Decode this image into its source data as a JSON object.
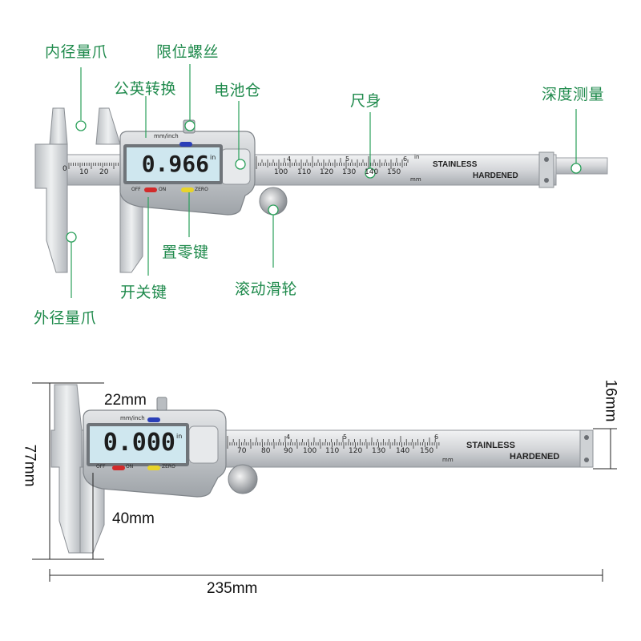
{
  "callouts": {
    "inner_jaw": "内径量爪",
    "limit_screw": "限位螺丝",
    "unit_switch": "公英转换",
    "battery": "电池仓",
    "beam": "尺身",
    "depth": "深度测量",
    "zero_key": "置零键",
    "wheel": "滚动滑轮",
    "power_key": "开关键",
    "outer_jaw": "外径量爪"
  },
  "caliper_top": {
    "display_value": "0.966",
    "display_unit": "in",
    "mode_label": "mm/inch",
    "off_label": "OFF",
    "on_label": "ON",
    "zero_label": "ZERO",
    "scale_left": [
      "0",
      "10",
      "20"
    ],
    "scale_right": [
      "100",
      "110",
      "120",
      "130",
      "140",
      "150"
    ],
    "scale_unit": "mm",
    "inch_unit": "in",
    "inch_numbers": [
      "4",
      "5",
      "6"
    ],
    "brand_line1": "STAINLESS",
    "brand_line2": "HARDENED"
  },
  "caliper_bottom": {
    "display_value": "0.000",
    "display_unit": "in",
    "mode_label": "mm/inch",
    "off_label": "OFF",
    "on_label": "ON",
    "zero_label": "ZERO",
    "scale_numbers": [
      "70",
      "80",
      "90",
      "100",
      "110",
      "120",
      "130",
      "140",
      "150"
    ],
    "scale_unit": "mm",
    "inch_numbers": [
      "4",
      "5",
      "6"
    ],
    "brand_line1": "STAINLESS",
    "brand_line2": "HARDENED"
  },
  "dimensions": {
    "slider_width": "22mm",
    "total_height": "77mm",
    "beam_height": "16mm",
    "jaw_depth": "40mm",
    "total_length": "235mm"
  },
  "colors": {
    "callout_green": "#1f8a4c",
    "lcd": "#cfe7ef",
    "steel": "#d7d9dc",
    "btn_off": "#d22b2b",
    "btn_zero": "#e8d42a",
    "btn_mode": "#2a3fb8"
  }
}
